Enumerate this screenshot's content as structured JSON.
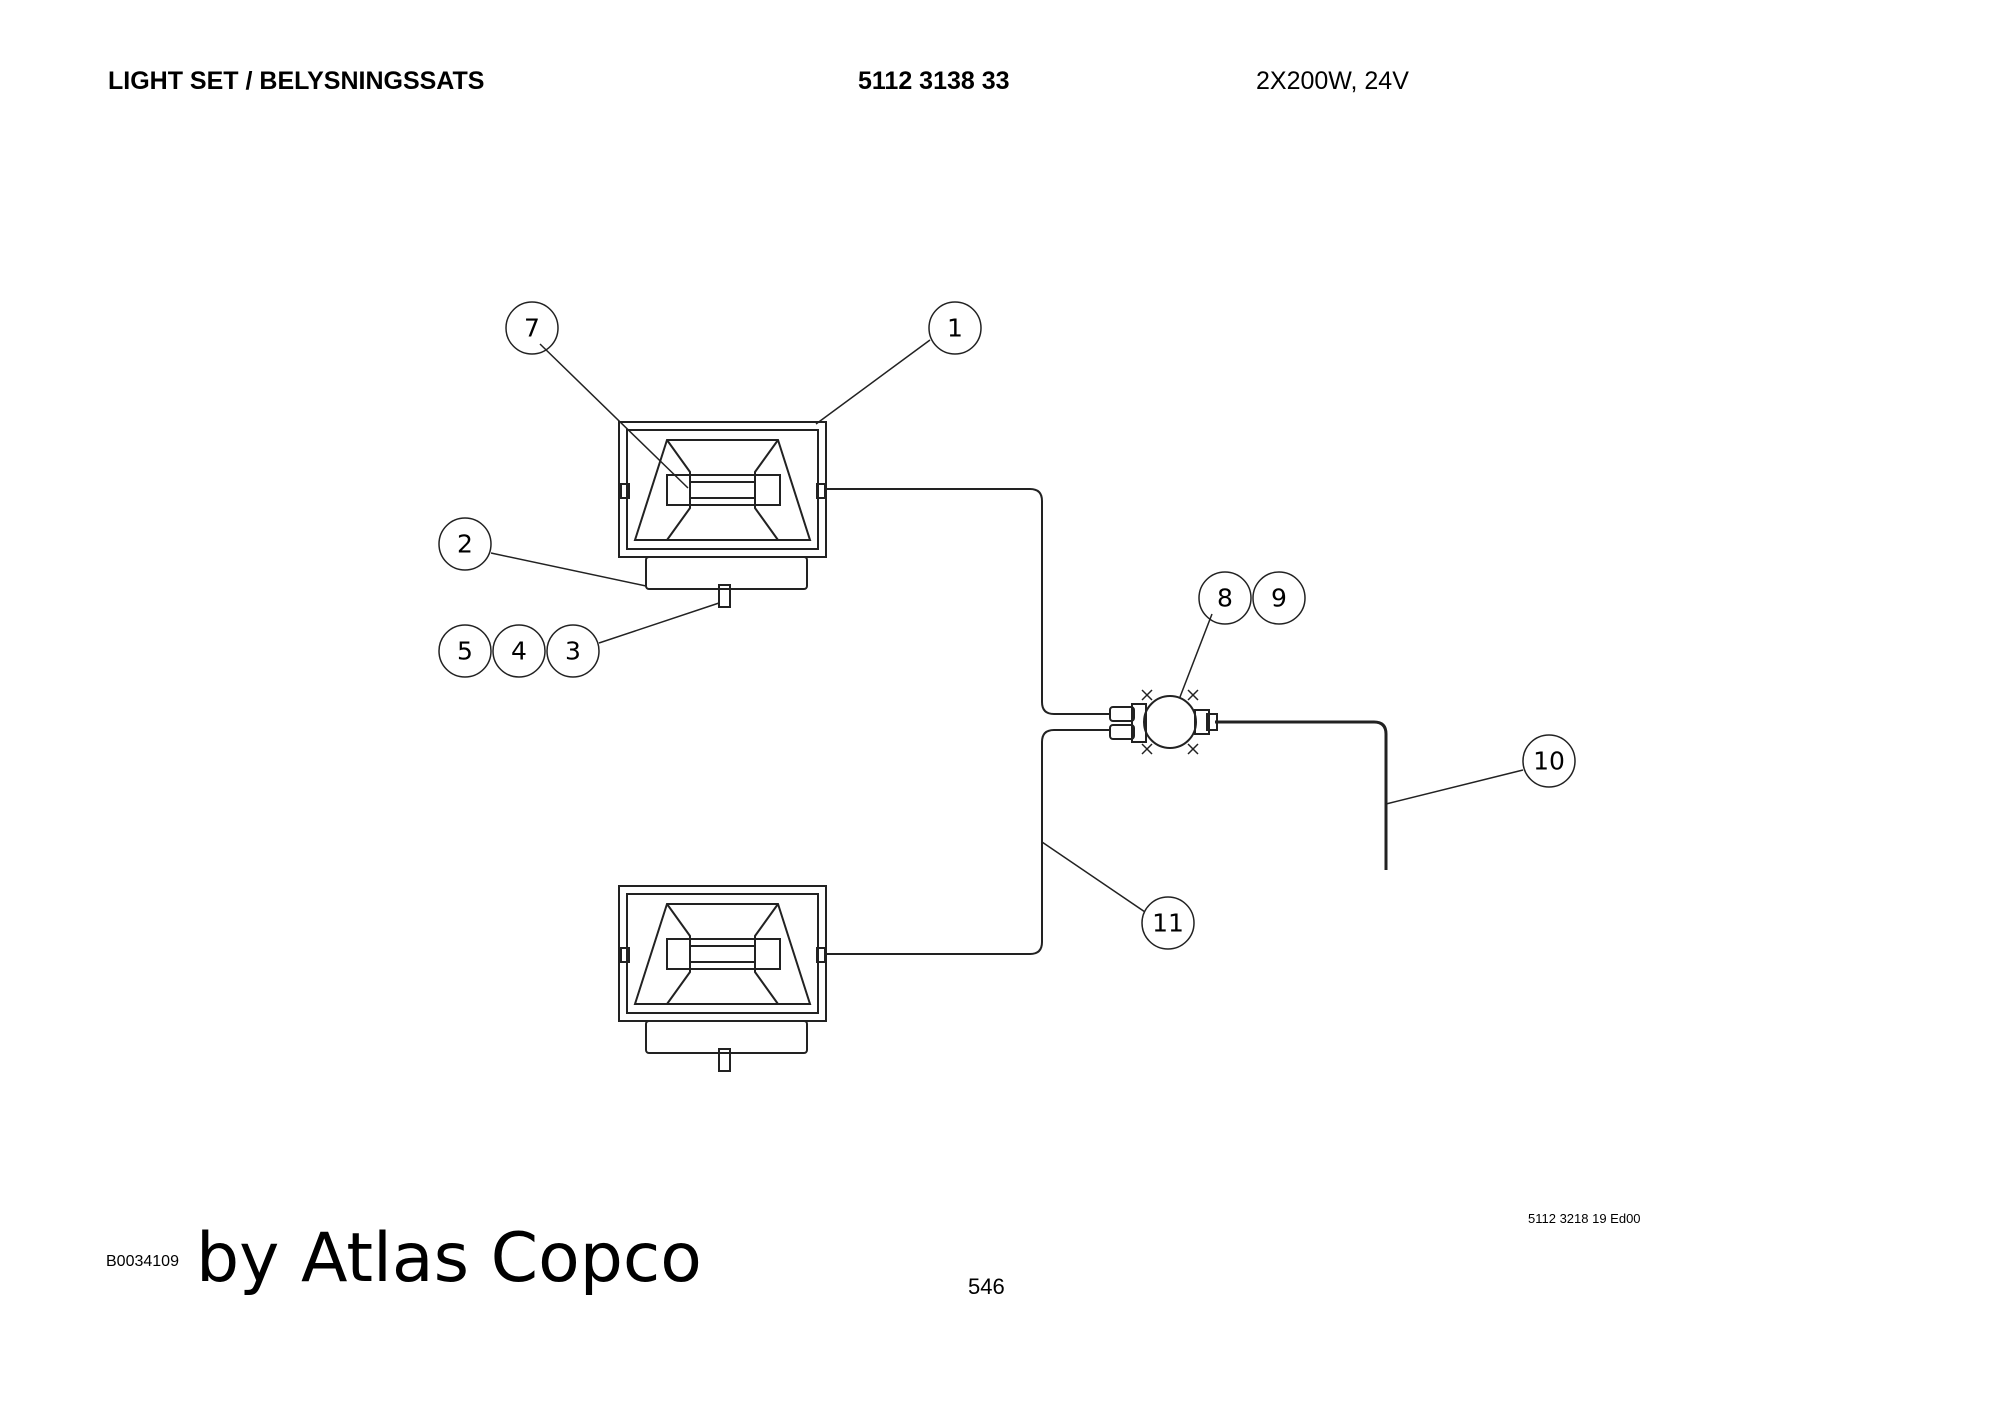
{
  "header": {
    "title": "LIGHT SET / BELYSNINGSSATS",
    "part_number": "5112 3138 33",
    "spec": "2X200W, 24V"
  },
  "callouts": {
    "c1": "1",
    "c2": "2",
    "c3": "3",
    "c4": "4",
    "c5": "5",
    "c7": "7",
    "c8": "8",
    "c9": "9",
    "c10": "10",
    "c11": "11"
  },
  "footer": {
    "doc_ref": "5112 3218 19 Ed00",
    "figure_id": "B0034109",
    "brand": "by Atlas Copco",
    "page_number": "546"
  }
}
